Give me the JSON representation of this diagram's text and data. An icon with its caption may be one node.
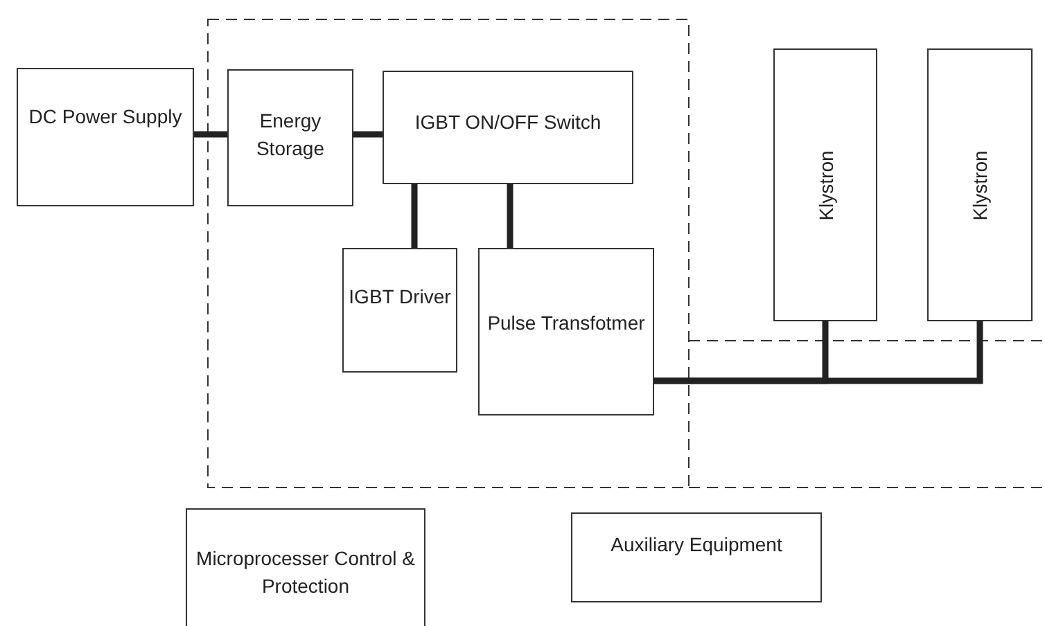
{
  "diagram": {
    "nodes": [
      {
        "text": [
          "DC Power Supply"
        ]
      },
      {
        "text": [
          "Energy Storage"
        ]
      },
      {
        "text": [
          "IGBT ON/OFF Switch"
        ]
      },
      {
        "text": [
          "IGBT Driver"
        ]
      },
      {
        "text": [
          "Pulse Transfotmer"
        ]
      },
      {
        "text": [
          "Klystron"
        ]
      },
      {
        "text": [
          "Klystron"
        ]
      },
      {
        "text": [
          "Microprocesser Control & Protection"
        ]
      },
      {
        "text": [
          "Auxiliary Equipment"
        ]
      }
    ],
    "edges": [
      {
        "from": 0,
        "to": 1,
        "arrow": "none"
      },
      {
        "from": 1,
        "to": 2,
        "arrow": "none"
      },
      {
        "from": 2,
        "to": 3,
        "arrow": "none"
      },
      {
        "from": 2,
        "to": 4,
        "arrow": "none"
      },
      {
        "from": 4,
        "to": 5,
        "arrow": "none"
      },
      {
        "from": 4,
        "to": 6,
        "arrow": "none"
      }
    ]
  }
}
